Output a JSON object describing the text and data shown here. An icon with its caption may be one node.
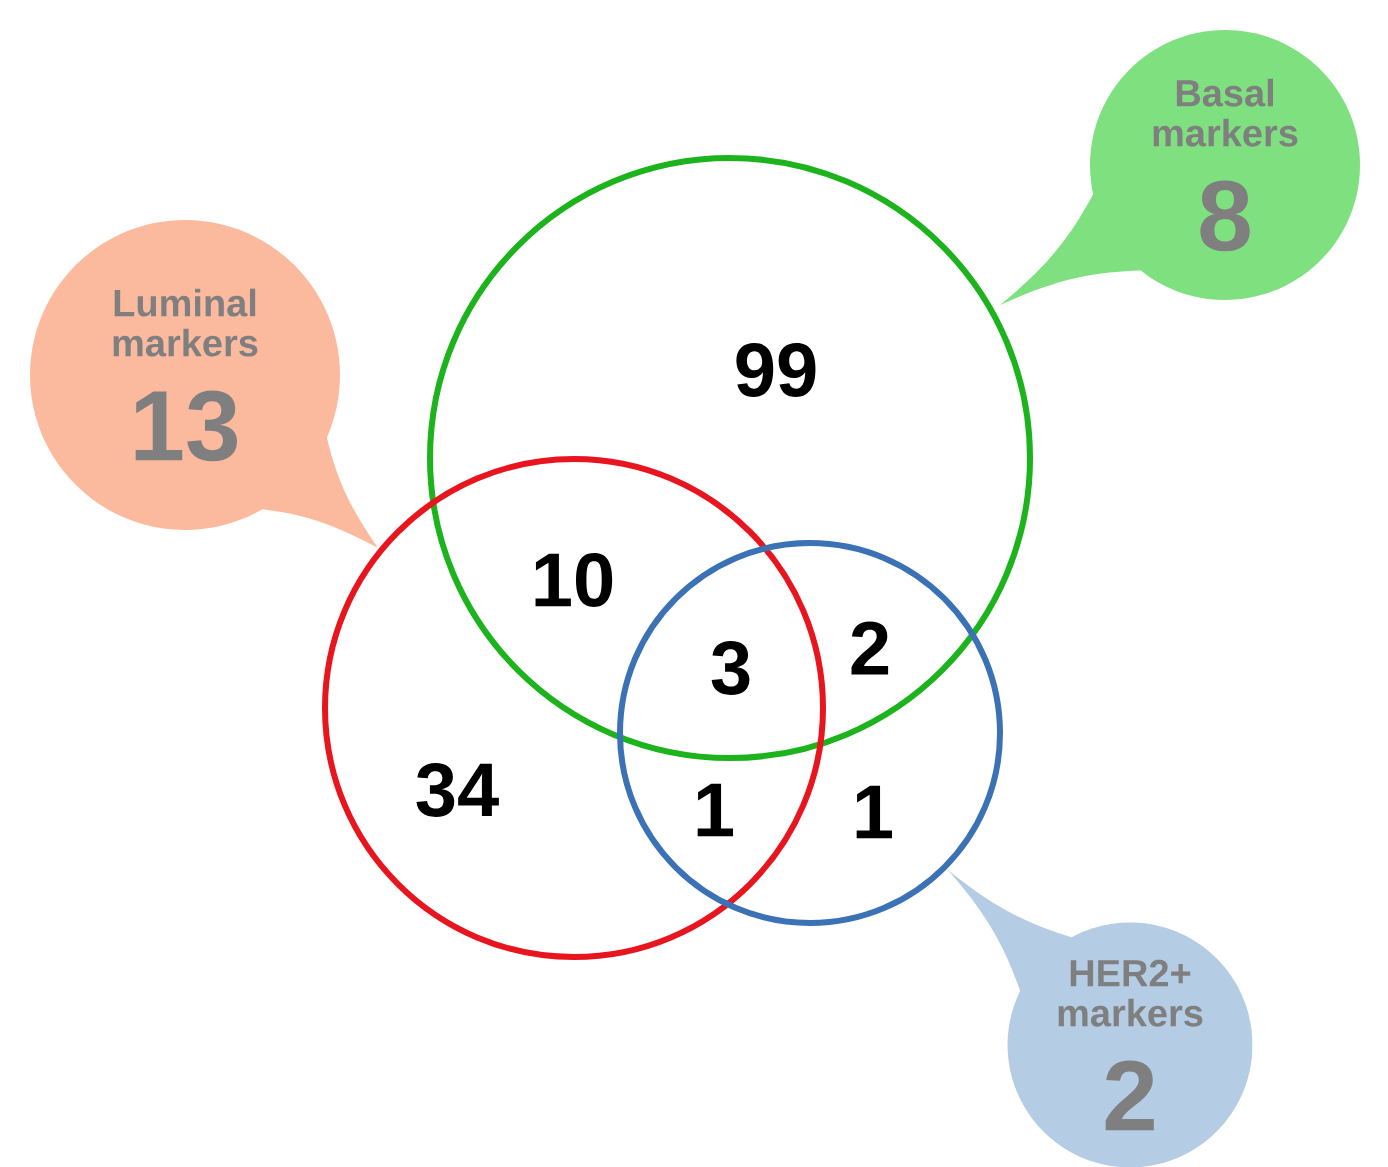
{
  "diagram": {
    "nodes": [
      {
        "text": [
          "Basal markers",
          "8"
        ]
      },
      {
        "text": [
          "Luminal markers",
          "13"
        ]
      },
      {
        "text": [],
        "shape": "circle"
      },
      {
        "text": [],
        "shape": "circle"
      },
      {
        "text": [],
        "shape": "circle"
      },
      {
        "text": [
          "HER2+ markers",
          "2"
        ]
      }
    ],
    "labels": [
      "99",
      "10",
      "3",
      "2",
      "34",
      "1",
      "1"
    ]
  }
}
